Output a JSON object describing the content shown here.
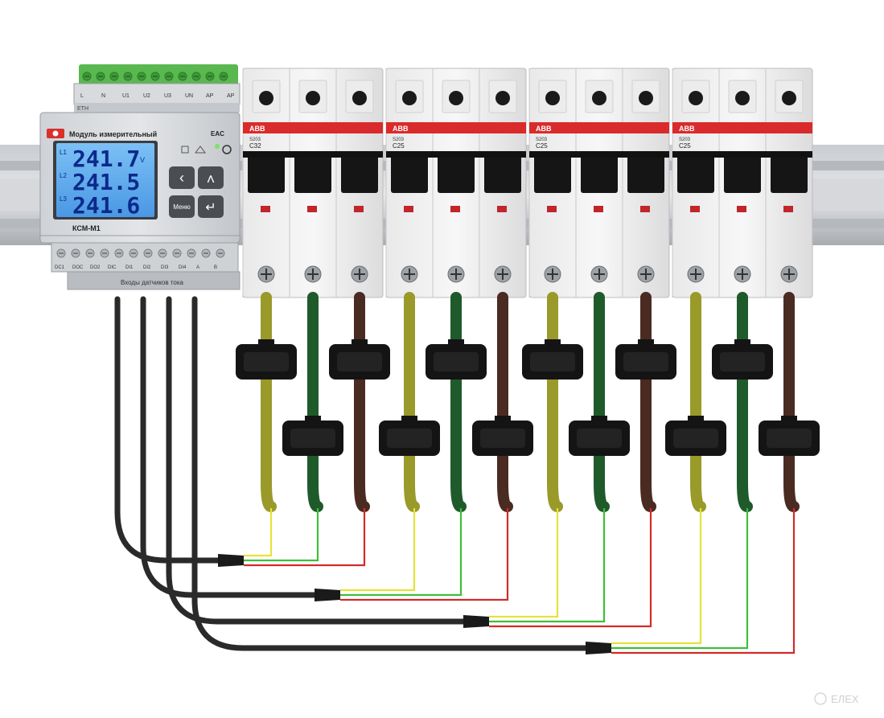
{
  "meter": {
    "title": "Модуль измерительный",
    "model": "КСМ-М1",
    "eth_label": "ETH",
    "cert_mark": "EAC",
    "sensor_inputs_label": "Входы датчиков тока",
    "display": {
      "lines": [
        {
          "phase": "L1",
          "value": "241.7",
          "unit": "V"
        },
        {
          "phase": "L2",
          "value": "241.5",
          "unit": ""
        },
        {
          "phase": "L3",
          "value": "241.6",
          "unit": ""
        }
      ],
      "bg_color": "#5aa7ee",
      "digit_color": "#0b2a8a"
    },
    "buttons": [
      {
        "name": "left",
        "label": "‹"
      },
      {
        "name": "up",
        "label": "˄"
      },
      {
        "name": "menu",
        "label": "Меню"
      },
      {
        "name": "enter",
        "label": "↵"
      }
    ],
    "top_terminal_labels": [
      "L",
      "N",
      "U1",
      "U2",
      "U3",
      "UN",
      "AP",
      "АР"
    ],
    "bottom_terminal_labels": [
      "DC1",
      "DOC",
      "DO2",
      "DIC",
      "DI1",
      "DI2",
      "DI3",
      "DI4",
      "A",
      "B"
    ]
  },
  "breakers": [
    {
      "brand": "ABB",
      "series": "S203",
      "rating": "C32"
    },
    {
      "brand": "ABB",
      "series": "S203",
      "rating": "C25"
    },
    {
      "brand": "ABB",
      "series": "S203",
      "rating": "C25"
    },
    {
      "brand": "ABB",
      "series": "S203",
      "rating": "C25"
    }
  ],
  "wire_colors": {
    "yellow_green": "#9a9a2a",
    "green": "#1f5a2a",
    "brown": "#4a2b22",
    "sensor_yellow": "#e6e23a",
    "sensor_green": "#3fbf3a",
    "sensor_red": "#d42a2a",
    "cable_black": "#2a2a2a"
  },
  "watermark": "ЕЛЕХ"
}
